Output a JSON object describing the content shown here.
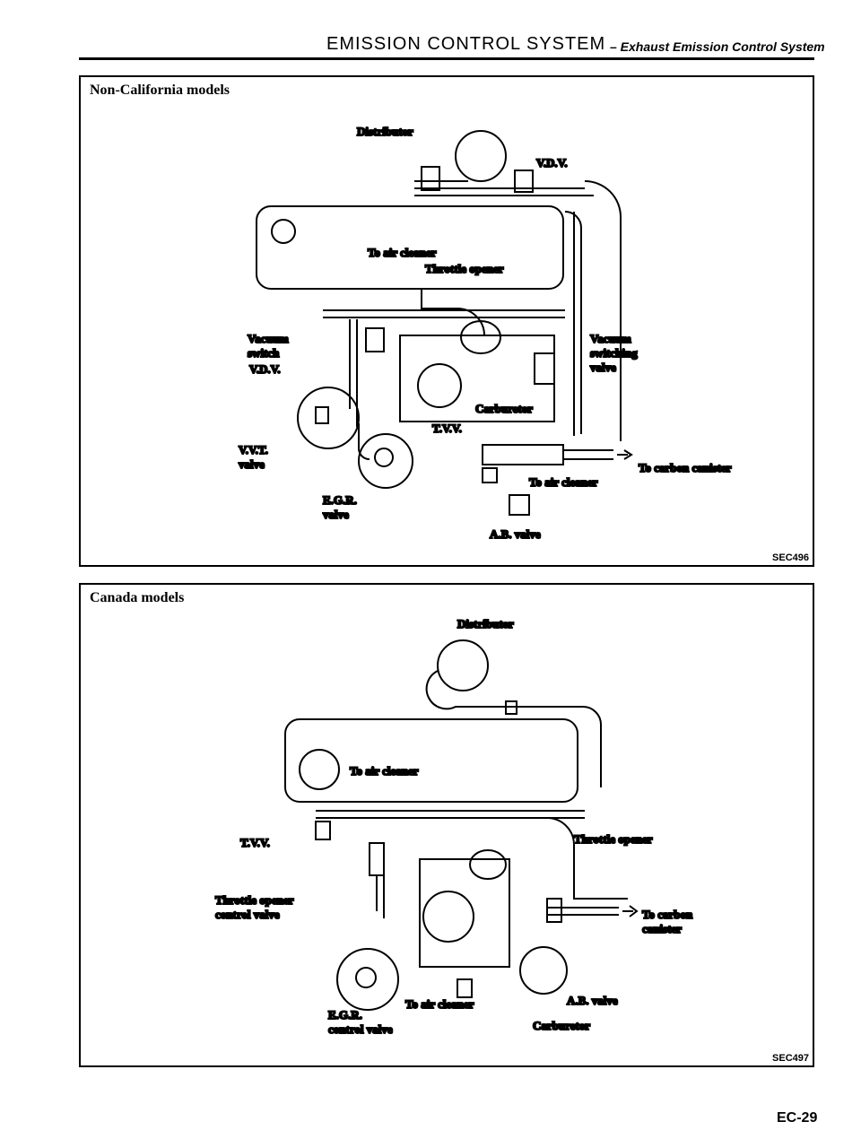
{
  "header": {
    "title": "EMISSION CONTROL SYSTEM",
    "subtitle": "– Exhaust Emission Control System"
  },
  "panel_top": {
    "title": "Non-California models",
    "code": "SEC496",
    "labels": {
      "distributor": "Distributor",
      "vdv_top": "V.D.V.",
      "to_air_cleaner": "To air cleaner",
      "throttle_opener": "Throttle opener",
      "vacuum_switch_1": "Vacuum",
      "vacuum_switch_2": "switch",
      "vdv_left": "V.D.V.",
      "vacuum_switching_1": "Vacuum",
      "vacuum_switching_2": "switching",
      "vacuum_switching_3": "valve",
      "carburetor": "Carburetor",
      "tvv": "T.V.V.",
      "vvt_1": "V.V.T.",
      "vvt_2": "valve",
      "to_carbon_canister": "To carbon canister",
      "to_air_cleaner_2": "To air cleaner",
      "egr_1": "E.G.R.",
      "egr_2": "valve",
      "ab_valve": "A.B. valve"
    }
  },
  "panel_bottom": {
    "title": "Canada models",
    "code": "SEC497",
    "labels": {
      "distributor": "Distributor",
      "to_air_cleaner": "To air cleaner",
      "tvv": "T.V.V.",
      "throttle_opener": "Throttle opener",
      "toc_valve_1": "Throttle opener",
      "toc_valve_2": "control valve",
      "to_carbon_1": "To carbon",
      "to_carbon_2": "canister",
      "to_air_cleaner_2": "To air cleaner",
      "ab_valve": "A.B. valve",
      "egr_1": "E.G.R.",
      "egr_2": "control valve",
      "carburetor": "Carburetor"
    }
  },
  "page_number": "EC-29"
}
